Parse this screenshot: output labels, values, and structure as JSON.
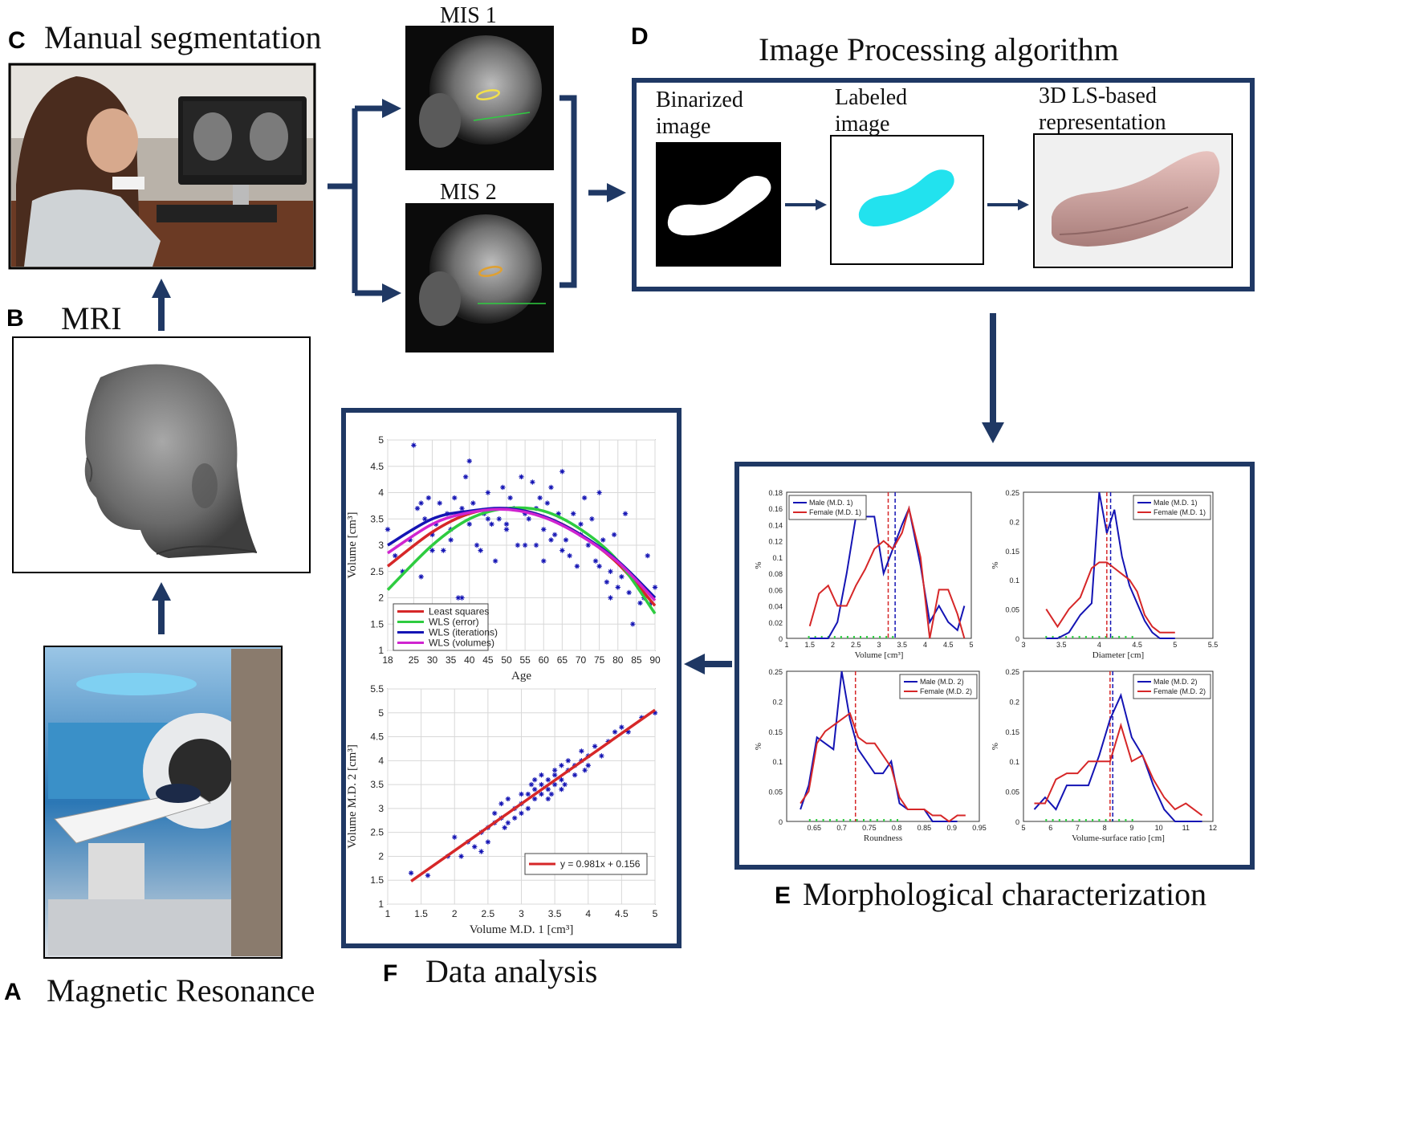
{
  "labels": {
    "a": {
      "letter": "A",
      "title": "Magnetic Resonance"
    },
    "b": {
      "letter": "B",
      "title": "MRI"
    },
    "c": {
      "letter": "C",
      "title": "Manual segmentation"
    },
    "d": {
      "letter": "D",
      "title": "Image Processing algorithm"
    },
    "e": {
      "letter": "E",
      "title": "Morphological characterization"
    },
    "f": {
      "letter": "F",
      "title": "Data analysis"
    }
  },
  "mis": {
    "mis1": "MIS 1",
    "mis2": "MIS 2"
  },
  "processing": {
    "binarized": [
      "Binarized",
      "image"
    ],
    "labeled": [
      "Labeled",
      "image"
    ],
    "rep3d": [
      "3D LS-based",
      "representation"
    ]
  },
  "colors": {
    "navy": "#1f3864",
    "red": "#d62728",
    "green": "#2ecc40",
    "blue": "#1414b4",
    "magenta": "#d024d0",
    "cyan": "#22e2ee",
    "shape3d": "#d9a9a6"
  },
  "chart_data": [
    {
      "id": "age-volume",
      "type": "scatter",
      "xlabel": "Age",
      "ylabel": "Volume [cm³]",
      "xlim": [
        18,
        90
      ],
      "ylim": [
        1,
        5
      ],
      "xticks": [
        "18",
        "25",
        "30",
        "35",
        "40",
        "45",
        "50",
        "55",
        "60",
        "65",
        "70",
        "75",
        "80",
        "85",
        "90"
      ],
      "yticks": [
        "1",
        "1.5",
        "2",
        "2.5",
        "3",
        "3.5",
        "4",
        "4.5",
        "5"
      ],
      "grid": true,
      "legend": {
        "position": "bottom-left",
        "entries": [
          "Least squares",
          "WLS (error)",
          "WLS (iterations)",
          "WLS (volumes)"
        ]
      },
      "series": [
        {
          "name": "Least squares",
          "x": [
            18,
            30,
            40,
            50,
            60,
            70,
            80,
            90
          ],
          "y": [
            2.6,
            3.25,
            3.6,
            3.7,
            3.55,
            3.2,
            2.65,
            1.85
          ]
        },
        {
          "name": "WLS (error)",
          "x": [
            18,
            30,
            40,
            50,
            60,
            70,
            80,
            90
          ],
          "y": [
            2.15,
            3.0,
            3.5,
            3.7,
            3.65,
            3.3,
            2.7,
            1.7
          ]
        },
        {
          "name": "WLS (iterations)",
          "x": [
            18,
            30,
            40,
            50,
            60,
            70,
            80,
            90
          ],
          "y": [
            3.0,
            3.5,
            3.65,
            3.7,
            3.55,
            3.2,
            2.7,
            2.0
          ]
        },
        {
          "name": "WLS (volumes)",
          "x": [
            18,
            30,
            40,
            50,
            60,
            70,
            80,
            90
          ],
          "y": [
            2.85,
            3.4,
            3.62,
            3.68,
            3.53,
            3.18,
            2.68,
            1.95
          ]
        }
      ],
      "points": {
        "x": [
          18,
          20,
          22,
          24,
          25,
          26,
          27,
          28,
          29,
          30,
          31,
          32,
          33,
          34,
          35,
          36,
          37,
          38,
          39,
          40,
          40,
          41,
          42,
          43,
          44,
          45,
          46,
          47,
          48,
          49,
          50,
          51,
          52,
          53,
          54,
          55,
          56,
          57,
          58,
          59,
          60,
          60,
          61,
          62,
          63,
          64,
          65,
          66,
          67,
          68,
          69,
          70,
          71,
          72,
          73,
          74,
          75,
          76,
          77,
          78,
          79,
          80,
          81,
          82,
          83,
          84,
          85,
          86,
          87,
          88,
          89,
          90,
          35,
          45,
          55,
          65,
          75,
          30,
          50,
          70,
          38,
          58,
          78,
          27,
          62
        ],
        "y": [
          3.3,
          2.8,
          2.5,
          3.1,
          4.9,
          3.7,
          2.4,
          3.5,
          3.9,
          3.2,
          3.4,
          3.8,
          2.9,
          3.6,
          3.3,
          3.9,
          2.0,
          3.7,
          4.3,
          4.6,
          3.4,
          3.8,
          3.0,
          2.9,
          3.6,
          4.0,
          3.4,
          2.7,
          3.5,
          4.1,
          3.3,
          3.9,
          3.7,
          3.0,
          4.3,
          3.6,
          3.5,
          4.2,
          3.0,
          3.9,
          3.3,
          2.7,
          3.8,
          4.1,
          3.2,
          3.6,
          4.4,
          3.1,
          2.8,
          3.6,
          2.6,
          3.4,
          3.9,
          3.0,
          3.5,
          2.7,
          4.0,
          3.1,
          2.3,
          2.5,
          3.2,
          2.2,
          2.4,
          3.6,
          2.1,
          1.5,
          2.3,
          1.9,
          2.0,
          2.8,
          1.9,
          2.2,
          3.1,
          3.5,
          3.0,
          2.9,
          2.6,
          2.9,
          3.4,
          3.2,
          2.0,
          3.7,
          2.0,
          3.8,
          3.1
        ]
      }
    },
    {
      "id": "md1-md2",
      "type": "scatter",
      "xlabel": "Volume M.D. 1 [cm³]",
      "ylabel": "Volume M.D. 2 [cm³]",
      "xlim": [
        1,
        5
      ],
      "ylim": [
        1,
        5.5
      ],
      "xticks": [
        "1",
        "1.5",
        "2",
        "2.5",
        "3",
        "3.5",
        "4",
        "4.5",
        "5"
      ],
      "yticks": [
        "1",
        "1.5",
        "2",
        "2.5",
        "3",
        "3.5",
        "4",
        "4.5",
        "5",
        "5.5"
      ],
      "grid": true,
      "legend": {
        "position": "bottom-right",
        "entries": [
          "y = 0.981x + 0.156"
        ]
      },
      "fit": {
        "slope": 0.981,
        "intercept": 0.156,
        "x": [
          1.35,
          5.0
        ]
      },
      "points": {
        "x": [
          1.35,
          1.6,
          1.9,
          2.0,
          2.1,
          2.2,
          2.3,
          2.4,
          2.5,
          2.5,
          2.6,
          2.6,
          2.7,
          2.7,
          2.8,
          2.8,
          2.9,
          2.9,
          3.0,
          3.0,
          3.0,
          3.1,
          3.1,
          3.2,
          3.2,
          3.2,
          3.3,
          3.3,
          3.3,
          3.4,
          3.4,
          3.4,
          3.5,
          3.5,
          3.5,
          3.6,
          3.6,
          3.6,
          3.7,
          3.7,
          3.8,
          3.8,
          3.9,
          3.9,
          4.0,
          4.0,
          4.1,
          4.2,
          4.3,
          4.4,
          4.5,
          4.6,
          4.8,
          5.0,
          2.4,
          2.75,
          3.15,
          3.45,
          3.65,
          3.95
        ],
        "y": [
          1.65,
          1.6,
          2.0,
          2.4,
          2.0,
          2.3,
          2.2,
          2.5,
          2.6,
          2.3,
          2.9,
          2.7,
          2.8,
          3.1,
          2.7,
          3.2,
          3.0,
          2.8,
          3.1,
          3.3,
          2.9,
          3.3,
          3.0,
          3.4,
          3.2,
          3.6,
          3.3,
          3.5,
          3.7,
          3.4,
          3.6,
          3.2,
          3.5,
          3.8,
          3.7,
          3.6,
          3.9,
          3.4,
          3.8,
          4.0,
          3.9,
          3.7,
          4.0,
          4.2,
          4.1,
          3.9,
          4.3,
          4.1,
          4.4,
          4.6,
          4.7,
          4.6,
          4.9,
          5.0,
          2.1,
          2.6,
          3.5,
          3.3,
          3.5,
          3.8
        ]
      }
    },
    {
      "id": "volume-hist",
      "type": "line",
      "xlabel": "Volume [cm³]",
      "ylabel": "%",
      "xlim": [
        1,
        5
      ],
      "ylim": [
        0,
        0.18
      ],
      "xticks": [
        "1",
        "1.5",
        "2",
        "2.5",
        "3",
        "3.5",
        "4",
        "4.5",
        "5"
      ],
      "yticks": [
        "0",
        "0.02",
        "0.04",
        "0.06",
        "0.08",
        "0.1",
        "0.12",
        "0.14",
        "0.16",
        "0.18"
      ],
      "legend": {
        "position": "top-left",
        "entries": [
          "Male (M.D. 1)",
          "Female (M.D. 1)"
        ]
      },
      "vlines": [
        3.2,
        3.35
      ],
      "series": [
        {
          "name": "Male (M.D. 1)",
          "x": [
            1.5,
            1.7,
            1.9,
            2.1,
            2.3,
            2.5,
            2.7,
            2.9,
            3.1,
            3.3,
            3.5,
            3.65,
            3.9,
            4.1,
            4.3,
            4.5,
            4.7,
            4.85
          ],
          "y": [
            0,
            0,
            0,
            0.02,
            0.08,
            0.15,
            0.15,
            0.15,
            0.08,
            0.11,
            0.14,
            0.16,
            0.09,
            0.02,
            0.04,
            0.02,
            0.01,
            0.04
          ]
        },
        {
          "name": "Female (M.D. 1)",
          "x": [
            1.5,
            1.7,
            1.9,
            2.1,
            2.3,
            2.5,
            2.7,
            2.9,
            3.1,
            3.3,
            3.5,
            3.65,
            3.9,
            4.1,
            4.3,
            4.5,
            4.7,
            4.85
          ],
          "y": [
            0.015,
            0.055,
            0.065,
            0.04,
            0.04,
            0.065,
            0.085,
            0.11,
            0.12,
            0.11,
            0.13,
            0.16,
            0.1,
            0.0,
            0.06,
            0.06,
            0.03,
            0.0
          ]
        }
      ]
    },
    {
      "id": "diameter-hist",
      "type": "line",
      "xlabel": "Diameter [cm]",
      "ylabel": "%",
      "xlim": [
        3,
        5.5
      ],
      "ylim": [
        0,
        0.25
      ],
      "xticks": [
        "3",
        "3.5",
        "4",
        "4.5",
        "5",
        "5.5"
      ],
      "yticks": [
        "0",
        "0.05",
        "0.1",
        "0.15",
        "0.2",
        "0.25"
      ],
      "legend": {
        "position": "top-right",
        "entries": [
          "Male (M.D. 1)",
          "Female (M.D. 1)"
        ]
      },
      "vlines": [
        4.1,
        4.15
      ],
      "series": [
        {
          "name": "Male (M.D. 1)",
          "x": [
            3.3,
            3.45,
            3.6,
            3.75,
            3.9,
            4.0,
            4.1,
            4.2,
            4.3,
            4.4,
            4.5,
            4.6,
            4.7,
            4.8,
            5.0
          ],
          "y": [
            0,
            0,
            0.01,
            0.04,
            0.06,
            0.25,
            0.18,
            0.22,
            0.14,
            0.09,
            0.06,
            0.03,
            0.01,
            0,
            0
          ]
        },
        {
          "name": "Female (M.D. 1)",
          "x": [
            3.3,
            3.45,
            3.6,
            3.75,
            3.9,
            4.0,
            4.1,
            4.2,
            4.3,
            4.4,
            4.5,
            4.6,
            4.7,
            4.8,
            5.0
          ],
          "y": [
            0.05,
            0.02,
            0.05,
            0.07,
            0.12,
            0.13,
            0.13,
            0.12,
            0.11,
            0.1,
            0.08,
            0.04,
            0.02,
            0.01,
            0.01
          ]
        }
      ]
    },
    {
      "id": "roundness-hist",
      "type": "line",
      "xlabel": "Roundness",
      "ylabel": "%",
      "xlim": [
        0.6,
        0.95
      ],
      "ylim": [
        0,
        0.25
      ],
      "xticks": [
        "0.65",
        "0.7",
        "0.75",
        "0.8",
        "0.85",
        "0.9",
        "0.95"
      ],
      "yticks": [
        "0",
        "0.05",
        "0.1",
        "0.15",
        "0.2",
        "0.25"
      ],
      "legend": {
        "position": "top-right",
        "entries": [
          "Male (M.D. 2)",
          "Female (M.D. 2)"
        ]
      },
      "vlines": [
        0.725
      ],
      "series": [
        {
          "name": "Male (M.D. 2)",
          "x": [
            0.625,
            0.64,
            0.655,
            0.67,
            0.685,
            0.7,
            0.715,
            0.73,
            0.745,
            0.76,
            0.775,
            0.79,
            0.805,
            0.82,
            0.835,
            0.85,
            0.865,
            0.88,
            0.895,
            0.91
          ],
          "y": [
            0.02,
            0.06,
            0.14,
            0.13,
            0.12,
            0.25,
            0.17,
            0.12,
            0.1,
            0.08,
            0.08,
            0.1,
            0.03,
            0.02,
            0.02,
            0.02,
            0,
            0,
            0,
            0
          ]
        },
        {
          "name": "Female (M.D. 2)",
          "x": [
            0.625,
            0.64,
            0.655,
            0.67,
            0.685,
            0.7,
            0.715,
            0.73,
            0.745,
            0.76,
            0.775,
            0.79,
            0.805,
            0.82,
            0.835,
            0.85,
            0.865,
            0.88,
            0.895,
            0.91,
            0.925
          ],
          "y": [
            0.03,
            0.05,
            0.13,
            0.15,
            0.16,
            0.17,
            0.18,
            0.14,
            0.13,
            0.13,
            0.11,
            0.09,
            0.04,
            0.02,
            0.02,
            0.02,
            0.01,
            0.01,
            0,
            0.01,
            0.01
          ]
        }
      ]
    },
    {
      "id": "vsr-hist",
      "type": "line",
      "xlabel": "Volume-surface ratio [cm]",
      "ylabel": "%",
      "xlim": [
        5,
        12
      ],
      "ylim": [
        0,
        0.25
      ],
      "xticks": [
        "5",
        "6",
        "7",
        "8",
        "9",
        "10",
        "11",
        "12"
      ],
      "yticks": [
        "0",
        "0.05",
        "0.1",
        "0.15",
        "0.2",
        "0.25"
      ],
      "legend": {
        "position": "top-right",
        "entries": [
          "Male (M.D. 2)",
          "Female (M.D. 2)"
        ]
      },
      "vlines": [
        8.2,
        8.3
      ],
      "series": [
        {
          "name": "Male (M.D. 2)",
          "x": [
            5.4,
            5.8,
            6.2,
            6.6,
            7.0,
            7.4,
            7.8,
            8.2,
            8.6,
            9.0,
            9.4,
            9.8,
            10.2,
            10.6,
            11.0,
            11.6
          ],
          "y": [
            0.02,
            0.04,
            0.02,
            0.06,
            0.06,
            0.06,
            0.11,
            0.17,
            0.21,
            0.14,
            0.11,
            0.06,
            0.02,
            0,
            0,
            0
          ]
        },
        {
          "name": "Female (M.D. 2)",
          "x": [
            5.4,
            5.8,
            6.2,
            6.6,
            7.0,
            7.4,
            7.8,
            8.2,
            8.6,
            9.0,
            9.4,
            9.8,
            10.2,
            10.6,
            11.0,
            11.6
          ],
          "y": [
            0.03,
            0.03,
            0.07,
            0.08,
            0.08,
            0.1,
            0.1,
            0.1,
            0.16,
            0.1,
            0.11,
            0.07,
            0.04,
            0.02,
            0.03,
            0.01
          ]
        }
      ]
    }
  ]
}
